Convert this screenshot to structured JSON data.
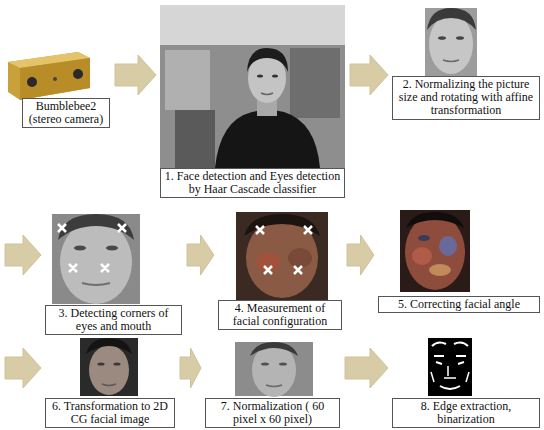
{
  "diagram": {
    "nodes": [
      {
        "text": [
          "Bumblebee2 (stereo camera)"
        ]
      },
      {
        "text": [
          "1. Face detection and Eyes detection by Haar Cascade classifier"
        ]
      },
      {
        "text": [
          "2. Normalizing the picture size and rotating with affine transformation"
        ]
      },
      {
        "text": [
          "3. Detecting corners of eyes and mouth"
        ]
      },
      {
        "text": [
          "4. Measurement of facial configuration"
        ]
      },
      {
        "text": [
          "5. Correcting facial angle"
        ]
      },
      {
        "text": [
          "6. Transformation to 2D CG facial image"
        ]
      },
      {
        "text": [
          "7. Normalization ( 60 pixel x 60 pixel)"
        ]
      },
      {
        "text": [
          "8. Edge extraction, binarization"
        ]
      }
    ],
    "edges": [
      {
        "from": 0,
        "to": 1,
        "arrow": "to"
      },
      {
        "from": 1,
        "to": 2,
        "arrow": "to"
      },
      {
        "from": 2,
        "to": 3,
        "arrow": "to"
      },
      {
        "from": 3,
        "to": 4,
        "arrow": "to"
      },
      {
        "from": 4,
        "to": 5,
        "arrow": "to"
      },
      {
        "from": 5,
        "to": 6,
        "arrow": "to"
      },
      {
        "from": 6,
        "to": 7,
        "arrow": "to"
      },
      {
        "from": 7,
        "to": 8,
        "arrow": "to"
      }
    ]
  }
}
